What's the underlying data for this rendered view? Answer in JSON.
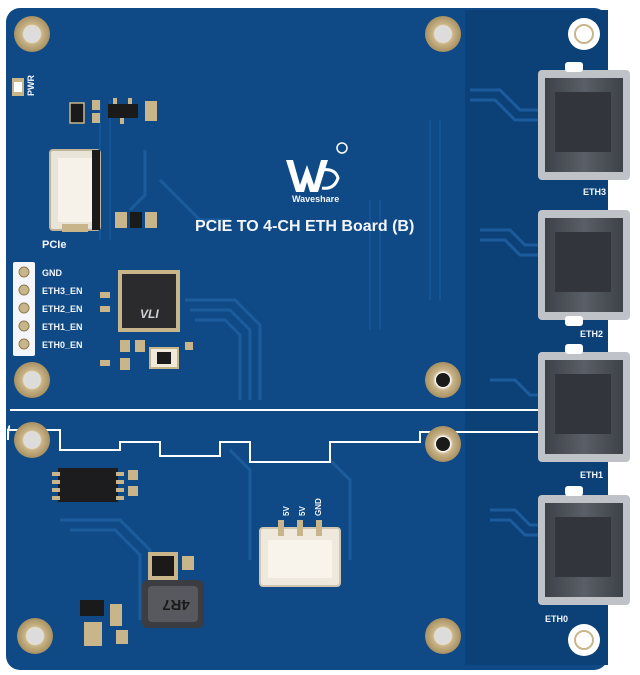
{
  "board": {
    "title": "PCIE TO 4-CH ETH Board (B)",
    "brand": "Waveshare",
    "pwr_label": "PWR",
    "pcie_label": "PCIe",
    "chip_marking": "VLI",
    "inductor_marking": "4R7"
  },
  "enable_pins": [
    {
      "label": "GND"
    },
    {
      "label": "ETH3_EN"
    },
    {
      "label": "ETH2_EN"
    },
    {
      "label": "ETH1_EN"
    },
    {
      "label": "ETH0_EN"
    }
  ],
  "power_pins": [
    {
      "label": "5V"
    },
    {
      "label": "5V"
    },
    {
      "label": "GND"
    }
  ],
  "ports": [
    {
      "label": "ETH3"
    },
    {
      "label": "ETH2"
    },
    {
      "label": "ETH1"
    },
    {
      "label": "ETH0"
    }
  ],
  "colors": {
    "pcb": "#0f4a86",
    "pcb_dark": "#0b3a6e",
    "trace": "#1d5c9c",
    "silkscreen": "#f4f6fb",
    "rj45": "#4a4e55",
    "gold": "#c9b58a"
  }
}
